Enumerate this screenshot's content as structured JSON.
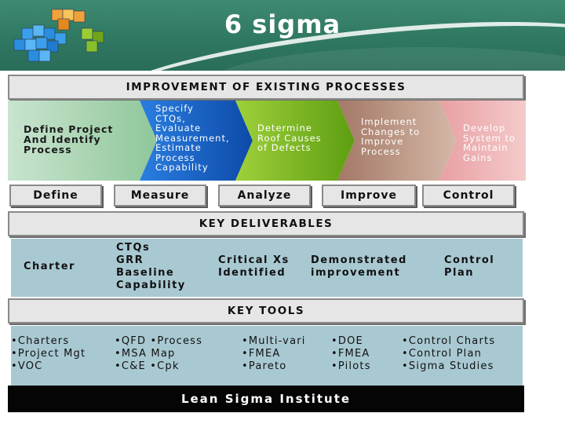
{
  "slide": {
    "title": "6 sigma"
  },
  "banners": {
    "improvement": "IMPROVEMENT OF EXISTING PROCESSES",
    "deliverables": "KEY DELIVERABLES",
    "tools": "KEY TOOLS"
  },
  "phases": [
    {
      "name": "Define",
      "description": [
        "Define Project",
        "And Identify",
        "Process"
      ],
      "color": "#8fc79a"
    },
    {
      "name": "Measure",
      "description": [
        "Specify",
        "CTQs,",
        "Evaluate",
        "Measurement,",
        "Estimate",
        "Process",
        "Capability"
      ],
      "color": "#1f6fd0"
    },
    {
      "name": "Analyze",
      "description": [
        "Determine",
        "Roof Causes",
        "of Defects"
      ],
      "color": "#7fbf1f"
    },
    {
      "name": "Improve",
      "description": [
        "Implement",
        "Changes to",
        "Improve",
        "Process"
      ],
      "color": "#b88e78"
    },
    {
      "name": "Control",
      "description": [
        "Develop",
        "System to",
        "Maintain",
        "Gains"
      ],
      "color": "#e7a3a6"
    }
  ],
  "deliverables": [
    [
      "Charter"
    ],
    [
      "CTQs",
      "GRR",
      "Baseline",
      "Capability"
    ],
    [
      "Critical Xs",
      "Identified"
    ],
    [
      "Demonstrated",
      "improvement"
    ],
    [
      "Control",
      "Plan"
    ]
  ],
  "tools": [
    [
      "•Charters",
      "•Project Mgt",
      "•VOC"
    ],
    [
      "•QFD •Process",
      "•MSA  Map",
      "•C&E  •Cpk"
    ],
    [
      "•Multi-vari",
      "•FMEA",
      "•Pareto"
    ],
    [
      "•DOE",
      "•FMEA",
      "•Pilots"
    ],
    [
      "•Control Charts",
      "•Control Plan",
      "•Sigma Studies"
    ]
  ],
  "footer": {
    "text": "Lean Sigma Institute"
  }
}
